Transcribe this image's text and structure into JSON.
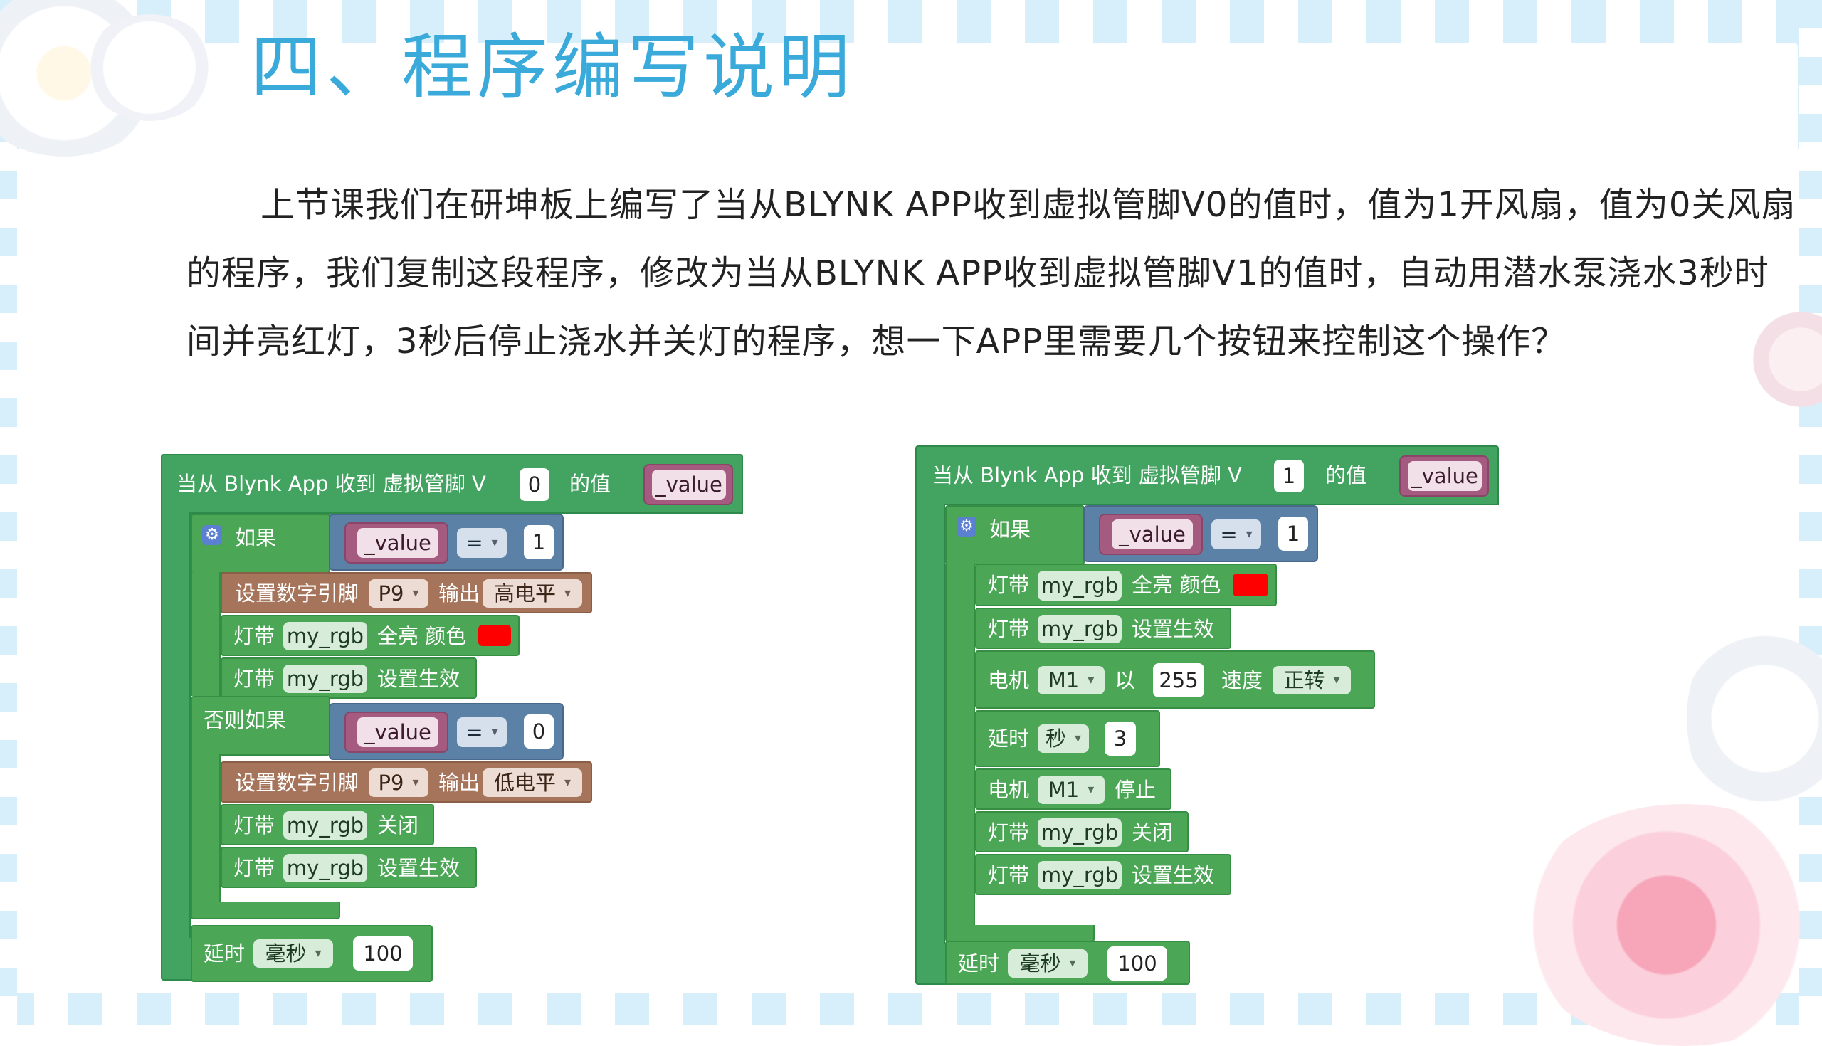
{
  "slide": {
    "title": "四、程序编写说明",
    "paragraph": "上节课我们在研坤板上编写了当从BLYNK APP收到虚拟管脚V0的值时，值为1开风扇，值为0关风扇的程序，我们复制这段程序，修改为当从BLYNK APP收到虚拟管脚V1的值时，自动用潜水泵浇水3秒时间并亮红灯，3秒后停止浇水并关灯的程序，想一下APP里需要几个按钮来控制这个操作？"
  },
  "left_program": {
    "header": "当从 Blynk App 收到 虚拟管脚 V",
    "pin": "0",
    "of_value": "的值",
    "var": "_value",
    "if_label": "如果",
    "if_var": "_value",
    "op": "=",
    "if_value": "1",
    "row1_label": "设置数字引脚",
    "row1_pin": "P9",
    "row1_out": "输出",
    "row1_level": "高电平",
    "row2_label": "灯带",
    "row2_name": "my_rgb",
    "row2_action": "全亮 颜色",
    "row3_label": "灯带",
    "row3_name": "my_rgb",
    "row3_action": "设置生效",
    "elseif_label": "否则如果",
    "elseif_var": "_value",
    "elseif_op": "=",
    "elseif_value": "0",
    "row4_label": "设置数字引脚",
    "row4_pin": "P9",
    "row4_out": "输出",
    "row4_level": "低电平",
    "row5_label": "灯带",
    "row5_name": "my_rgb",
    "row5_action": "关闭",
    "row6_label": "灯带",
    "row6_name": "my_rgb",
    "row6_action": "设置生效",
    "delay_label": "延时",
    "delay_unit": "毫秒",
    "delay_value": "100",
    "swatch_color": "#ff0000"
  },
  "right_program": {
    "header": "当从 Blynk App 收到 虚拟管脚 V",
    "pin": "1",
    "of_value": "的值",
    "var": "_value",
    "if_label": "如果",
    "if_var": "_value",
    "op": "=",
    "if_value": "1",
    "row1_label": "灯带",
    "row1_name": "my_rgb",
    "row1_action": "全亮 颜色",
    "row2_label": "灯带",
    "row2_name": "my_rgb",
    "row2_action": "设置生效",
    "row3_label": "电机",
    "row3_motor": "M1",
    "row3_with": "以",
    "row3_speed_value": "255",
    "row3_speed_label": "速度",
    "row3_dir": "正转",
    "row4_label": "延时",
    "row4_unit": "秒",
    "row4_value": "3",
    "row5_label": "电机",
    "row5_motor": "M1",
    "row5_action": "停止",
    "row6_label": "灯带",
    "row6_name": "my_rgb",
    "row6_action": "关闭",
    "row7_label": "灯带",
    "row7_name": "my_rgb",
    "row7_action": "设置生效",
    "delay_label": "延时",
    "delay_unit": "毫秒",
    "delay_value": "100",
    "swatch_color": "#ff0000"
  }
}
